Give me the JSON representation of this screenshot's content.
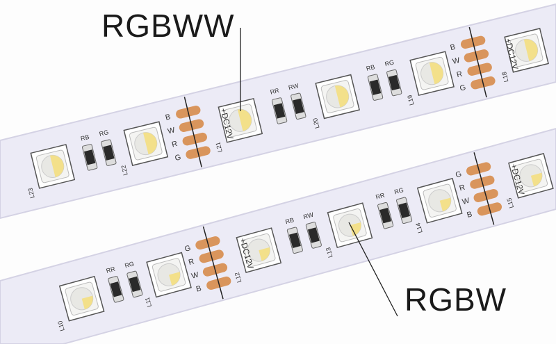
{
  "callouts": {
    "top": "RGBWW",
    "bottom": "RGBW"
  },
  "strip_markings": {
    "voltage": "+DC12V",
    "pad_letters_top": [
      "B",
      "W",
      "R",
      "G"
    ],
    "pad_letters_bottom": [
      "G",
      "R",
      "W",
      "B"
    ],
    "resistor_tags_top": [
      "RB",
      "RG",
      "RR",
      "RW"
    ],
    "resistor_tags_bottom": [
      "RR",
      "RG",
      "RB",
      "RW"
    ],
    "led_ids_top": [
      "L23",
      "L22",
      "L21",
      "L20",
      "L19",
      "L18"
    ],
    "led_ids_bottom": [
      "L10",
      "L11",
      "L12",
      "L13",
      "L14",
      "L15"
    ]
  },
  "colors": {
    "strip": "#ecebf6",
    "strip_edge": "#d4d2e4",
    "copper": "#d9955c",
    "led_warm": "#f3e08a",
    "led_body": "#f4f4f2"
  }
}
